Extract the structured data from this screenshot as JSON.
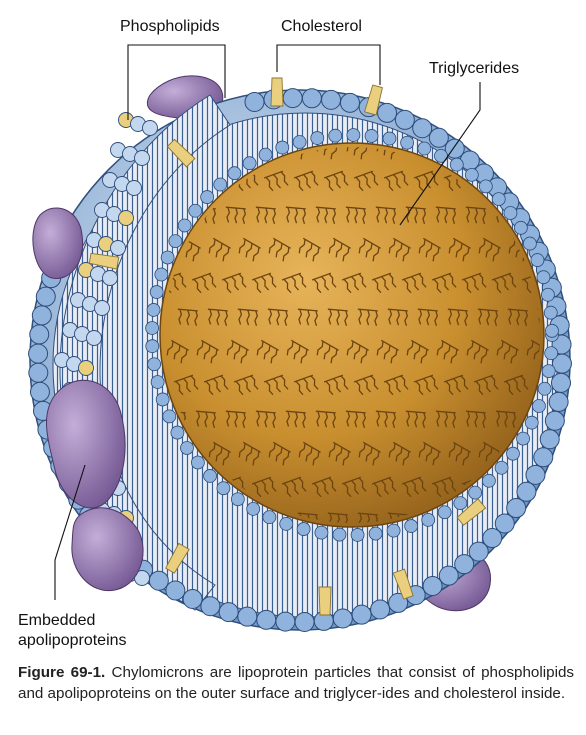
{
  "labels": {
    "phospholipids": "Phospholipids",
    "cholesterol": "Cholesterol",
    "triglycerides": "Triglycerides",
    "apolipoproteins_line1": "Embedded",
    "apolipoproteins_line2": "apolipoproteins"
  },
  "caption": {
    "figure_number": "Figure 69-1.",
    "text": "Chylomicrons are lipoprotein particles that consist of phospholipids and apolipoproteins on the outer surface and triglycer-ides and cholesterol inside."
  },
  "colors": {
    "phospholipid_head": "#8fb3dc",
    "phospholipid_head_light": "#c3d7ee",
    "tail": "#3a5f93",
    "cholesterol": "#e9cf7e",
    "core": "#c78e2e",
    "core_highlight": "#e0ad52",
    "apolipoprotein": "#9a7cb5",
    "apolipoprotein_dark": "#6f5390"
  }
}
